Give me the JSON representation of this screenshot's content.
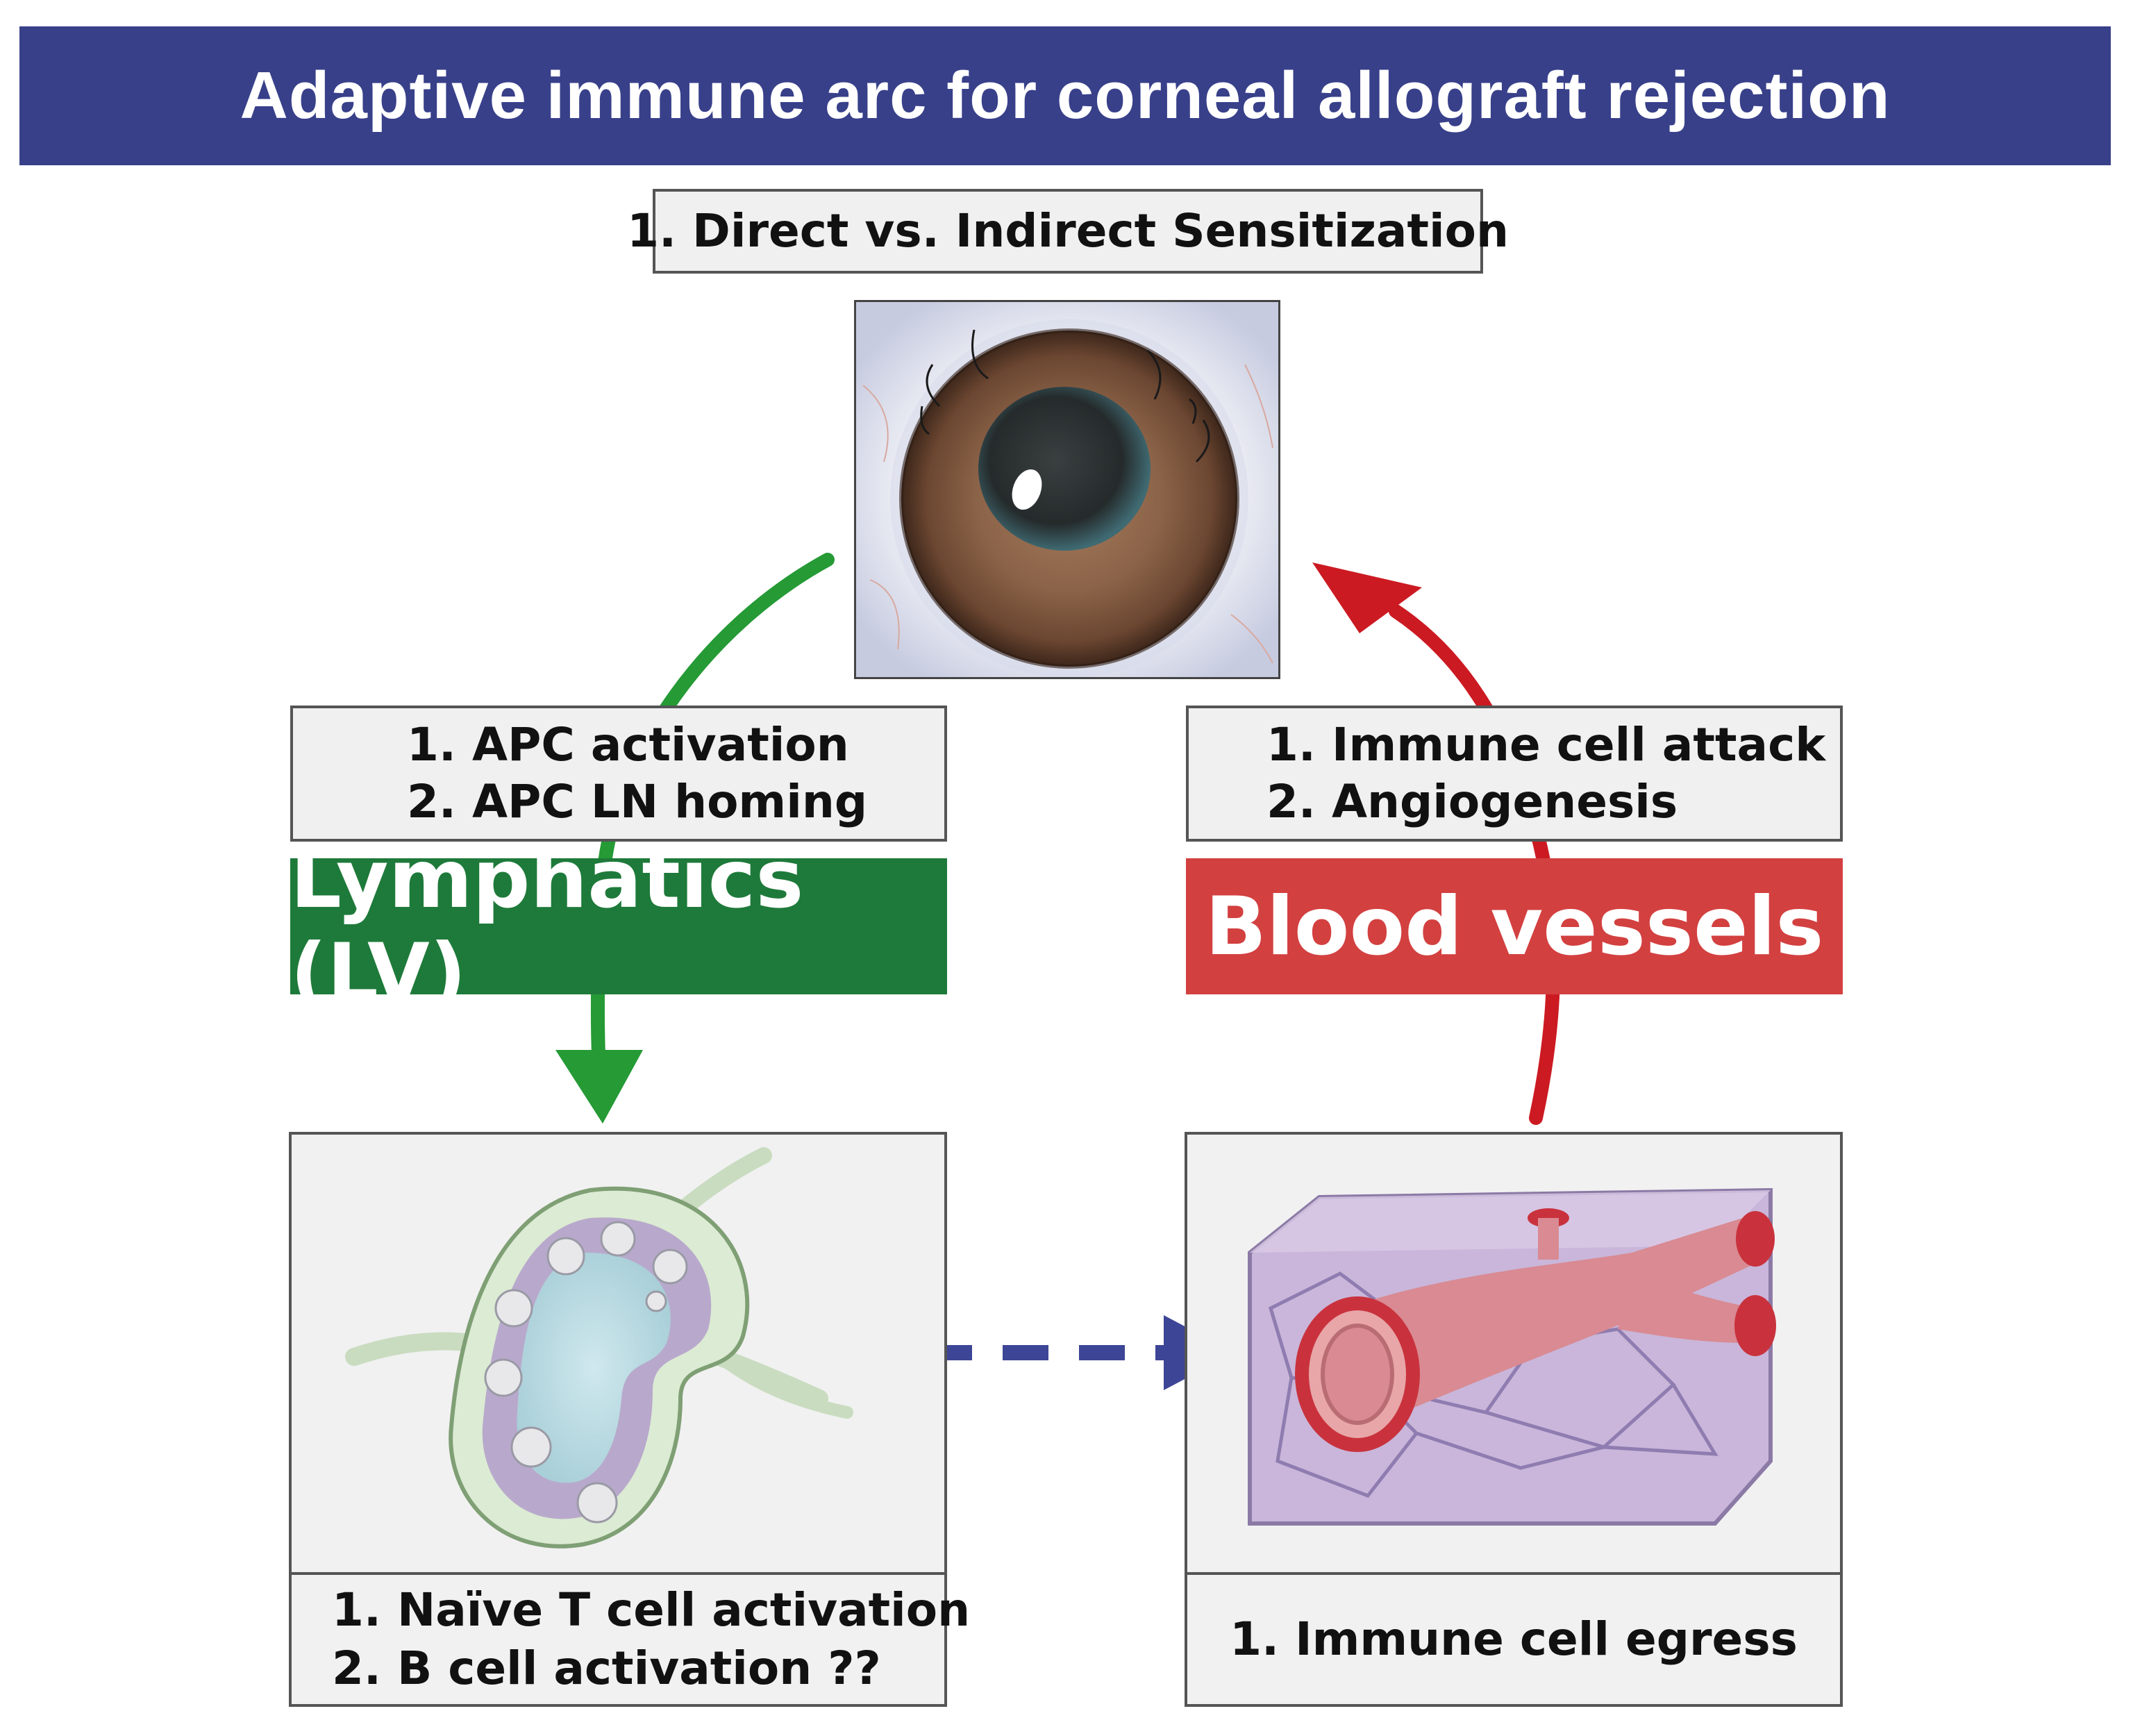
{
  "title": "Adaptive immune arc for corneal allograft rejection",
  "sensitization": "1. Direct vs. Indirect Sensitization",
  "lymphatic_path": {
    "steps": [
      "1. APC activation",
      "2. APC LN homing"
    ],
    "banner": "Lymphatics (LV)"
  },
  "blood_path": {
    "steps": [
      "1. Immune cell attack",
      "2. Angiogenesis"
    ],
    "banner": "Blood vessels"
  },
  "lymph_node_panel": {
    "steps": [
      "1. Naïve T cell activation",
      "2. B cell activation ??"
    ]
  },
  "blood_vessel_panel": {
    "steps": [
      "1. Immune cell egress"
    ]
  },
  "colors": {
    "title_bg": "#38408a",
    "lymphatics": "#1e7a3a",
    "lymph_arrow": "#259a35",
    "blood": "#d34040",
    "blood_arrow": "#cc1a22",
    "dashed_arrow": "#3d4596"
  }
}
